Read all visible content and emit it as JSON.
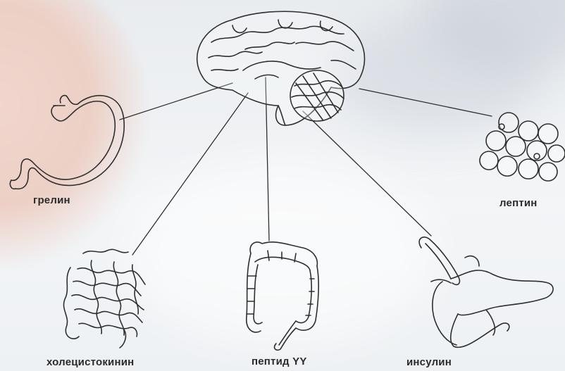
{
  "hormones": {
    "ghrelin": "грелин",
    "leptin": "лептин",
    "cholecystokinin": "холецистокинин",
    "peptide_yy": "пептид YY",
    "insulin": "инсулин"
  },
  "colors": {
    "ink": "#2f2f2f",
    "skin": "#ecd0c6",
    "background": "#eef1f4"
  },
  "icons": [
    "brain-icon",
    "stomach-icon",
    "fat-cells-icon",
    "small-intestine-icon",
    "colon-icon",
    "pancreas-icon"
  ]
}
